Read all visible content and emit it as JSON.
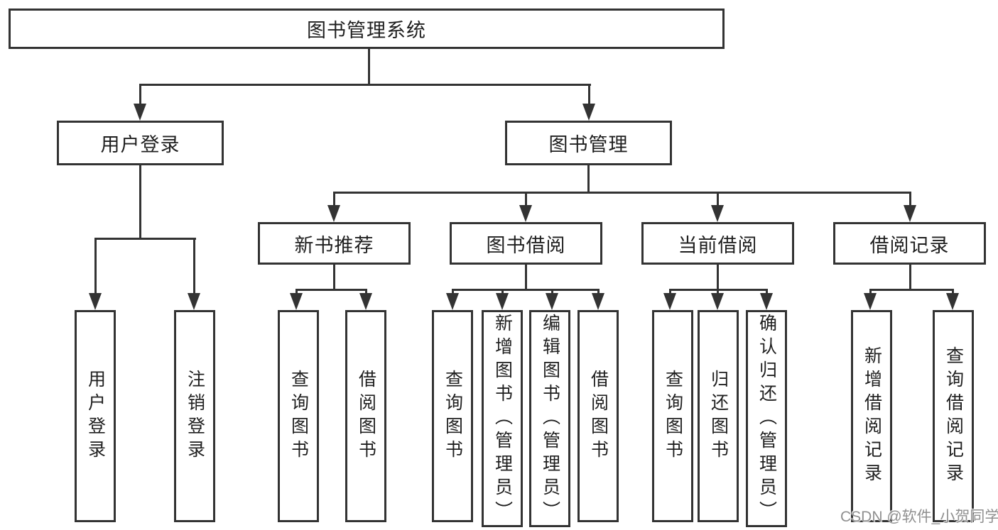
{
  "diagram": {
    "root": {
      "label": "图书管理系统"
    },
    "branches": [
      {
        "label": "用户登录",
        "children": [
          {
            "label": "用户登录"
          },
          {
            "label": "注销登录"
          }
        ]
      },
      {
        "label": "图书管理",
        "children": [
          {
            "label": "新书推荐",
            "children": [
              {
                "label": "查询图书"
              },
              {
                "label": "借阅图书"
              }
            ]
          },
          {
            "label": "图书借阅",
            "children": [
              {
                "label": "查询图书"
              },
              {
                "label": "新增图书（管理员）"
              },
              {
                "label": "编辑图书（管理员）"
              },
              {
                "label": "借阅图书"
              }
            ]
          },
          {
            "label": "当前借阅",
            "children": [
              {
                "label": "查询图书"
              },
              {
                "label": "归还图书"
              },
              {
                "label": "确认归还（管理员）"
              }
            ]
          },
          {
            "label": "借阅记录",
            "children": [
              {
                "label": "新增借阅记录"
              },
              {
                "label": "查询借阅记录"
              }
            ]
          }
        ]
      }
    ],
    "watermark": "CSDN @软件_小贺同学",
    "colors": {
      "line": "#333333",
      "text": "#1f1f1f",
      "background": "#ffffff",
      "watermark": "#8f8f8f"
    }
  }
}
